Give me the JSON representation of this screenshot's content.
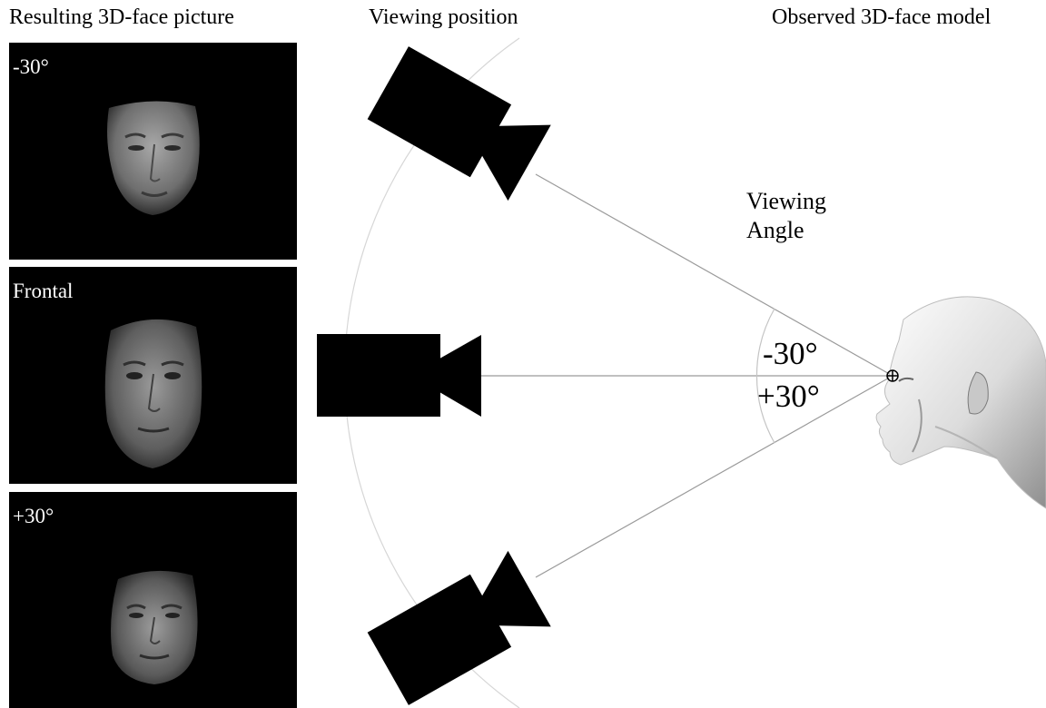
{
  "headings": {
    "left": "Resulting 3D-face picture",
    "middle": "Viewing position",
    "right": "Observed 3D-face model"
  },
  "panels": [
    {
      "label": "-30°"
    },
    {
      "label": "Frontal"
    },
    {
      "label": "+30°"
    }
  ],
  "annotation": {
    "viewing_angle_line1": "Viewing",
    "viewing_angle_line2": "Angle",
    "angle_negative": "-30°",
    "angle_positive": "+30°"
  }
}
